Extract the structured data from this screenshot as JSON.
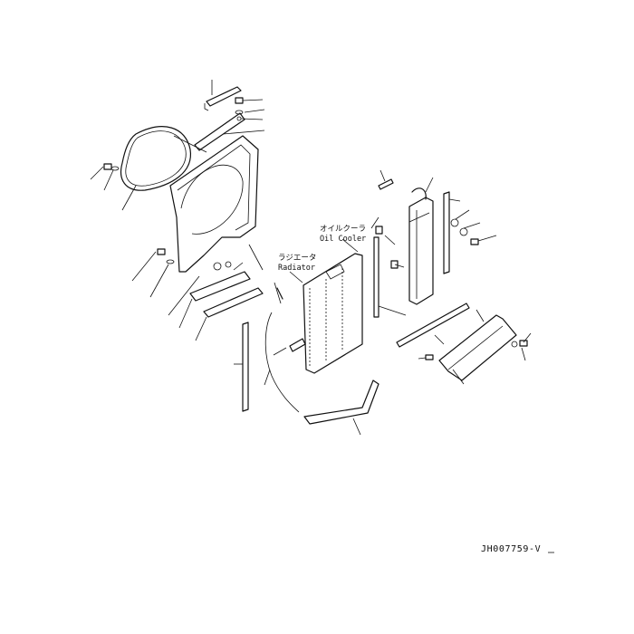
{
  "labels": {
    "oil_cooler_jp": "オイルクーラ",
    "oil_cooler_en": "Oil Cooler",
    "radiator_jp": "ラジエータ",
    "radiator_en": "Radiator"
  },
  "drawing_code": "JH007759-V"
}
